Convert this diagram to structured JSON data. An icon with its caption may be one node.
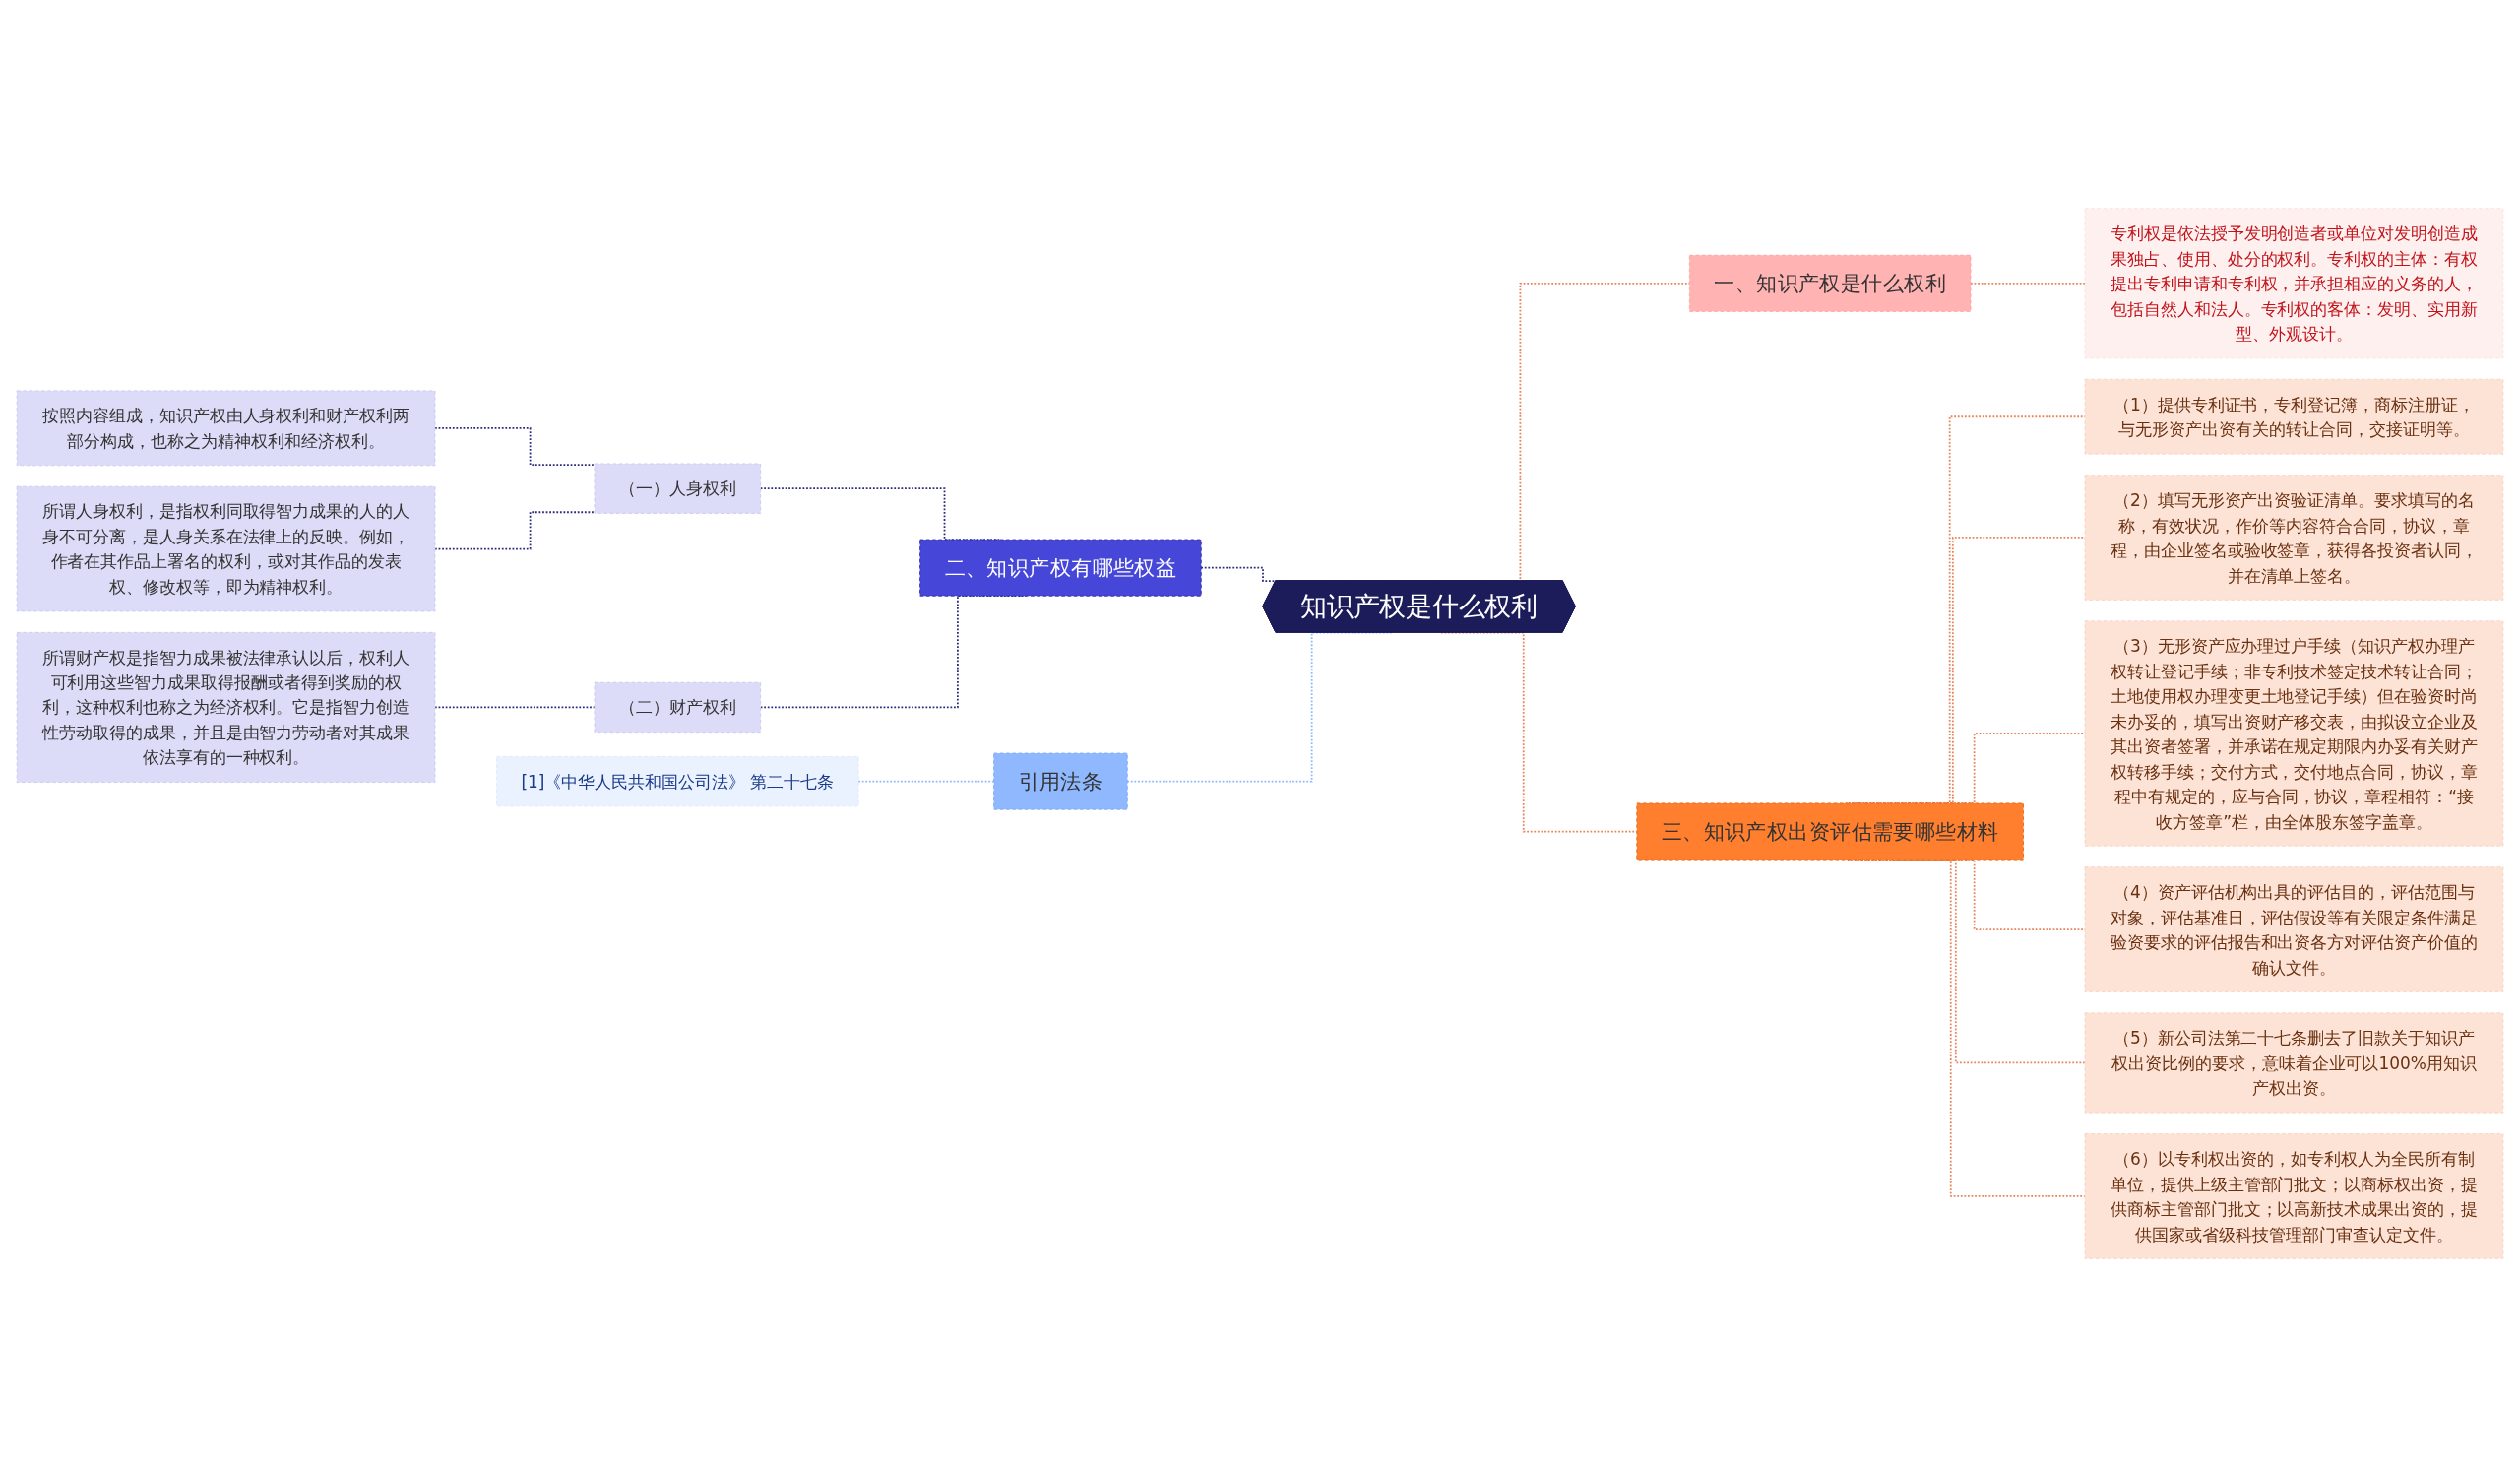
{
  "diagram": {
    "nodes": [
      {
        "text": [
          "知识产权是什么权利"
        ]
      },
      {
        "text": [
          "一、知识产权是什么权利"
        ]
      },
      {
        "text": [
          "专利权是依法授予发明创造者或单位对发明创造成果独占、使用、处分的权利。专利权的主体：有权提出专利申请和专利权，并承担相应的义务的人，包括自然人和法人。专利权的客体：发明、实用新型、外观设计。"
        ]
      },
      {
        "text": [
          "二、知识产权有哪些权益"
        ]
      },
      {
        "text": [
          "（一）人身权利"
        ]
      },
      {
        "text": [
          "按照内容组成，知识产权由人身权利和财产权利两部分构成，也称之为精神权利和经济权利。"
        ]
      },
      {
        "text": [
          "所谓人身权利，是指权利同取得智力成果的人的人身不可分离，是人身关系在法律上的反映。例如，作者在其作品上署名的权利，或对其作品的发表权、修改权等，即为精神权利。"
        ]
      },
      {
        "text": [
          "（二）财产权利"
        ]
      },
      {
        "text": [
          "所谓财产权是指智力成果被法律承认以后，权利人可利用这些智力成果取得报酬或者得到奖励的权利，这种权利也称之为经济权利。它是指智力创造性劳动取得的成果，并且是由智力劳动者对其成果依法享有的一种权利。"
        ]
      },
      {
        "text": [
          "引用法条"
        ]
      },
      {
        "text": [
          "[1]《中华人民共和国公司法》 第二十七条"
        ]
      },
      {
        "text": [
          "三、知识产权出资评估需要哪些材料"
        ]
      },
      {
        "text": [
          "（1）提供专利证书，专利登记簿，商标注册证，与无形资产出资有关的转让合同，交接证明等。"
        ]
      },
      {
        "text": [
          "（2）填写无形资产出资验证清单。要求填写的名称，有效状况，作价等内容符合合同，协议，章程，由企业签名或验收签章，获得各投资者认同，并在清单上签名。"
        ]
      },
      {
        "text": [
          "（3）无形资产应办理过户手续（知识产权办理产权转让登记手续；非专利技术签定技术转让合同；土地使用权办理变更土地登记手续）但在验资时尚未办妥的，填写出资财产移交表，由拟设立企业及其出资者签署，并承诺在规定期限内办妥有关财产权转移手续；交付方式，交付地点合同，协议，章程中有规定的，应与合同，协议，章程相符：“接收方签章”栏，由全体股东签字盖章。"
        ]
      },
      {
        "text": [
          "（4）资产评估机构出具的评估目的，评估范围与对象，评估基准日，评估假设等有关限定条件满足验资要求的评估报告和出资各方对评估资产价值的确认文件。"
        ]
      },
      {
        "text": [
          "（5）新公司法第二十七条删去了旧款关于知识产权出资比例的要求，意味着企业可以100%用知识产权出资。"
        ]
      },
      {
        "text": [
          "（6）以专利权出资的，如专利权人为全民所有制单位，提供上级主管部门批文；以商标权出资，提供商标主管部门批文；以高新技术成果出资的，提供国家或省级科技管理部门审查认定文件。"
        ]
      }
    ],
    "edges": [
      {
        "from": 5,
        "to": 4,
        "arrow": "none",
        "style": "dashed",
        "color": "#2a2a7a"
      },
      {
        "from": 6,
        "to": 4,
        "arrow": "none",
        "style": "dashed",
        "color": "#2a2a7a"
      },
      {
        "from": 4,
        "to": 3,
        "arrow": "none",
        "style": "dashed",
        "color": "#2a2a7a"
      },
      {
        "from": 8,
        "to": 7,
        "arrow": "none",
        "style": "dashed",
        "color": "#2a2a7a"
      },
      {
        "from": 7,
        "to": 3,
        "arrow": "none",
        "style": "dashed",
        "color": "#2a2a7a"
      },
      {
        "from": 3,
        "to": 0,
        "arrow": "none",
        "style": "dashed",
        "color": "#2a2a7a"
      },
      {
        "from": 10,
        "to": 9,
        "arrow": "none",
        "style": "dashed",
        "color": "#8fb8ff"
      },
      {
        "from": 9,
        "to": 0,
        "arrow": "none",
        "style": "dashed",
        "color": "#8fb8ff"
      },
      {
        "from": 0,
        "to": 1,
        "arrow": "none",
        "style": "dashed"
      },
      {
        "from": 1,
        "to": 2,
        "arrow": "none",
        "style": "dashed"
      },
      {
        "from": 0,
        "to": 11,
        "arrow": "none",
        "style": "dashed"
      },
      {
        "from": 11,
        "to": 12,
        "arrow": "none",
        "style": "dashed"
      },
      {
        "from": 11,
        "to": 13,
        "arrow": "none",
        "style": "dashed"
      },
      {
        "from": 11,
        "to": 14,
        "arrow": "none",
        "style": "dashed"
      },
      {
        "from": 11,
        "to": 15,
        "arrow": "none",
        "style": "dashed"
      },
      {
        "from": 11,
        "to": 16,
        "arrow": "none",
        "style": "dashed"
      },
      {
        "from": 11,
        "to": 17,
        "arrow": "none",
        "style": "dashed"
      }
    ]
  }
}
